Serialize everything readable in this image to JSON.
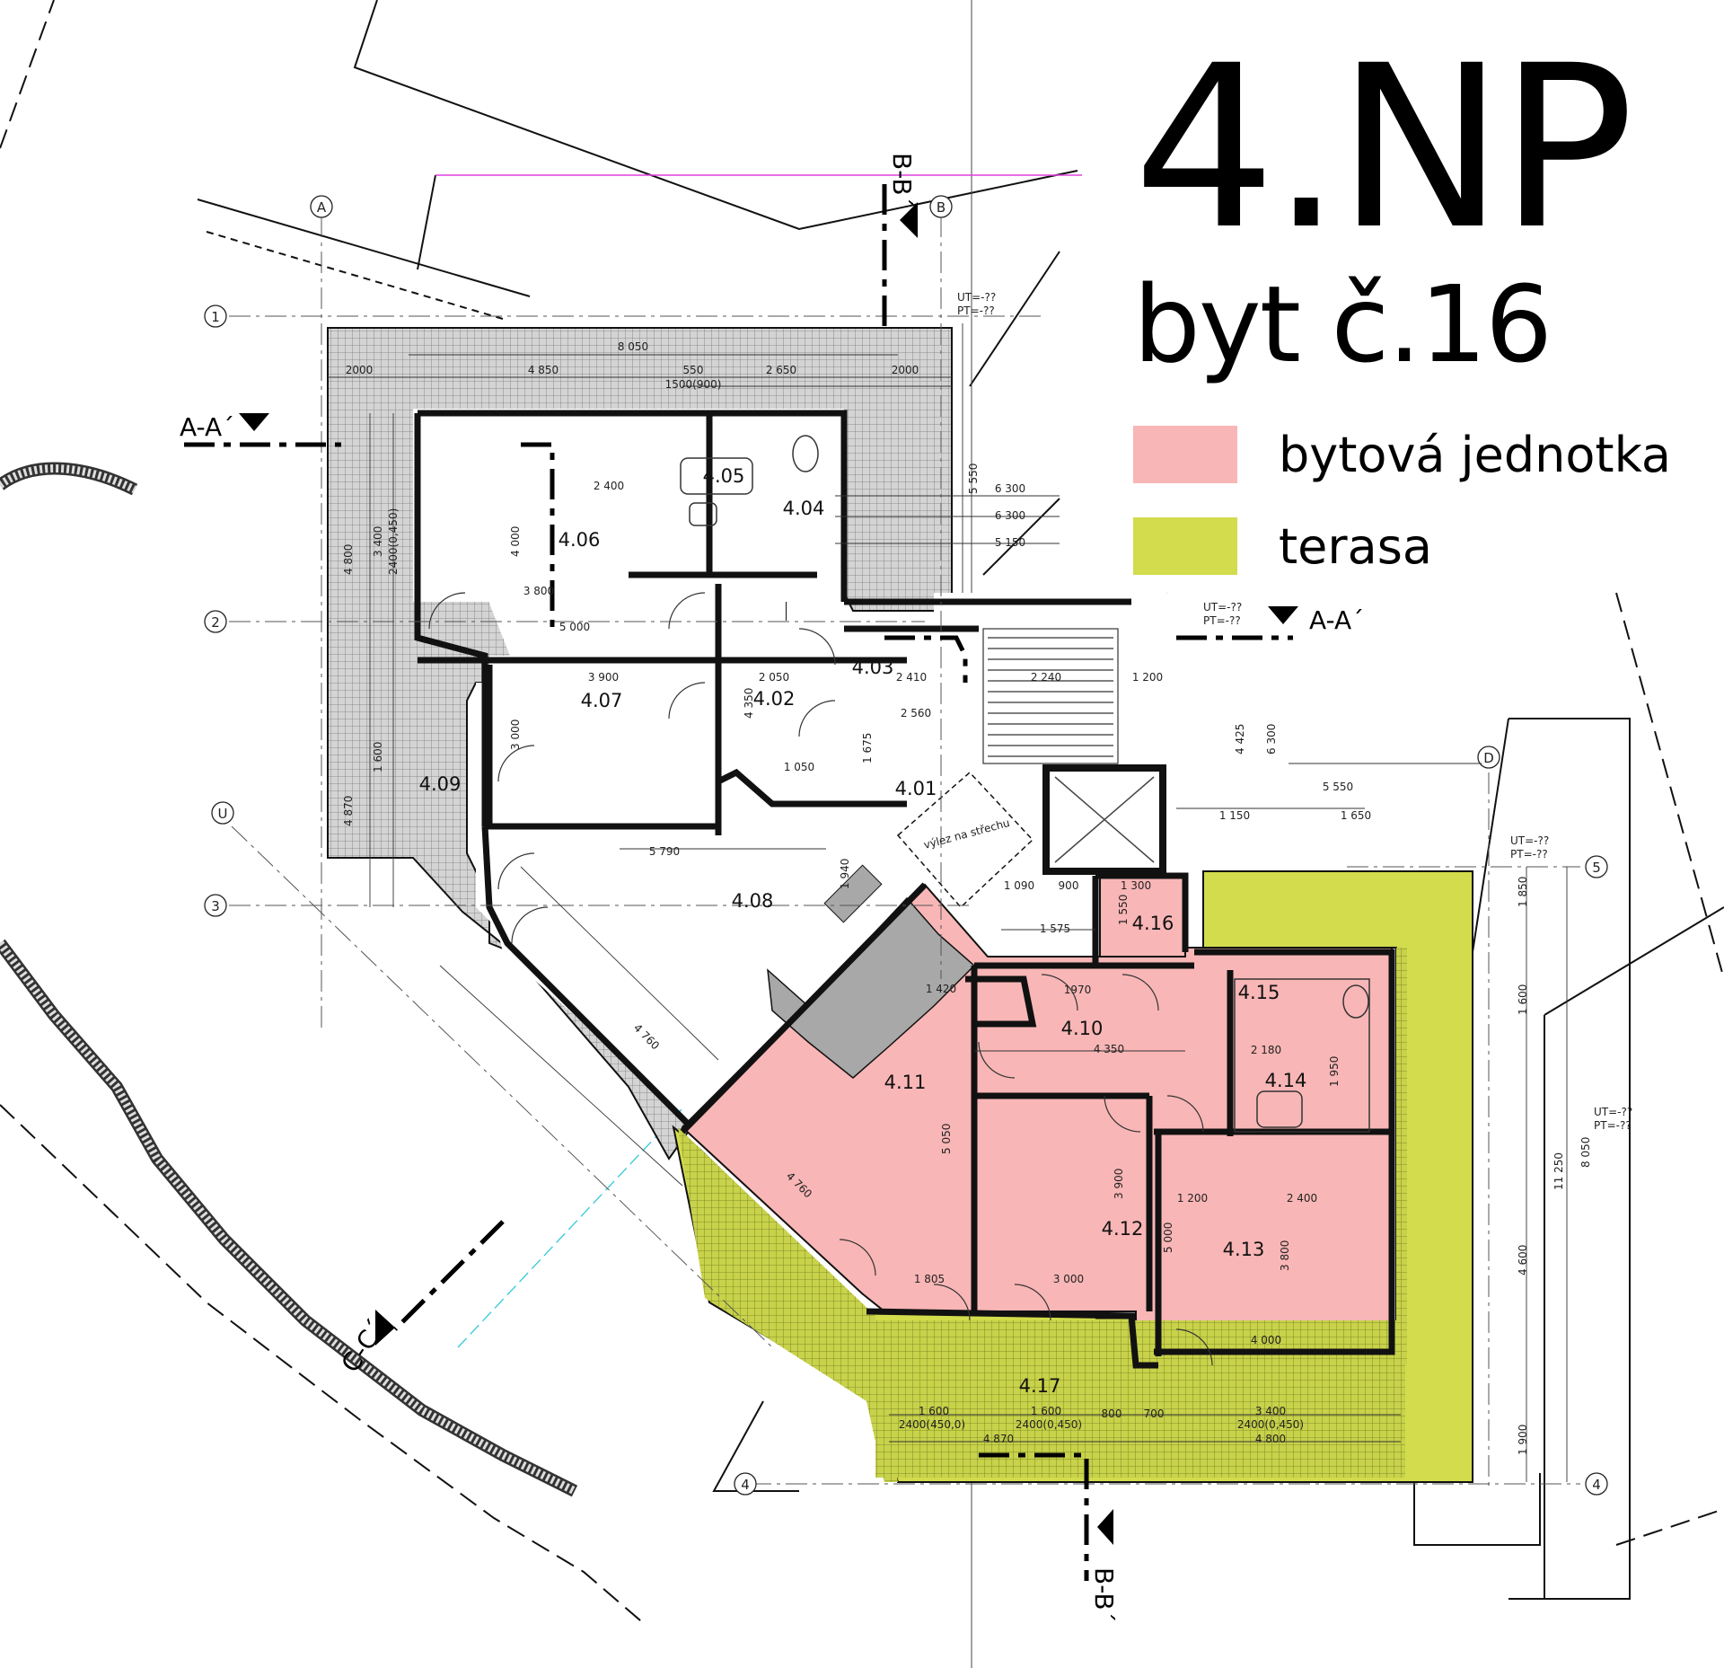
{
  "header": {
    "floor": "4.NP",
    "unit": "byt č.16"
  },
  "legend": {
    "items": [
      {
        "label": "bytová jednotka",
        "color": "#f9b6b6"
      },
      {
        "label": "terasa",
        "color": "#d2dc4c"
      }
    ]
  },
  "colors": {
    "line": "#111111",
    "grid_line": "#555555",
    "paving": "#c9c9c9",
    "kitchen": "#a8a8a8",
    "accent_line": "#e040e0",
    "cyan_line": "#33c8d8"
  },
  "rooms": {
    "r401": "4.01",
    "r402": "4.02",
    "r403": "4.03",
    "r404": "4.04",
    "r405": "4.05",
    "r406": "4.06",
    "r407": "4.07",
    "r408": "4.08",
    "r409": "4.09",
    "r410": "4.10",
    "r411": "4.11",
    "r412": "4.12",
    "r413": "4.13",
    "r414": "4.14",
    "r415": "4.15",
    "r416": "4.16",
    "r417": "4.17"
  },
  "grid_axes": {
    "a1": "1",
    "a2": "2",
    "a3": "3",
    "a4": "4",
    "a5": "5",
    "aA": "A",
    "aB": "B",
    "aD": "D",
    "aU": "U"
  },
  "sections": {
    "aa": "A-A´",
    "bb": "B-B´",
    "cc": "C-C´"
  },
  "notes": {
    "roof_exit": "výlez na střechu",
    "ut": "UT=-??",
    "pt": "PT=-??"
  },
  "dimensions": {
    "d8050": "8 050",
    "d4850": "4 850",
    "d550": "550",
    "d2650": "2 650",
    "d2000a": "2000",
    "d2000b": "2000",
    "d1500": "1500(900)",
    "d5550": "5 550",
    "d6300a": "6 300",
    "d6300b": "6 300",
    "d5150": "5 150",
    "d4800": "4 800",
    "d3400": "3 400",
    "d2400a": "2400(0,450)",
    "d4000": "4 000",
    "d2400": "2 400",
    "d3800": "3 800",
    "d5000": "5 000",
    "d3900": "3 900",
    "d2050": "2 050",
    "d4350": "4 350",
    "d2410": "2 410",
    "d2240": "2 240",
    "d1200": "1 200",
    "d2560": "2 560",
    "d4870": "4 870",
    "d1600": "1 600",
    "d3000": "3 000",
    "d5790": "5 790",
    "d1940": "1 940",
    "d4760": "4 760",
    "d1050": "1 050",
    "d1675": "1 675",
    "d1090": "1 090",
    "d900": "900",
    "d1575": "1 575",
    "d1300": "1 300",
    "d1550": "1 550",
    "d1420": "1 420",
    "d5050": "5 050",
    "d2180": "2 180",
    "d1950": "1 950",
    "d11250": "11 250",
    "d8050b": "8 050",
    "d4600": "4 600",
    "d1850": "1 850",
    "d1900": "1 900",
    "d4425": "4 425",
    "d6300c": "6 300",
    "d1150": "1 150",
    "d1650": "1 650",
    "d5550b": "5 550",
    "d1805": "1 805",
    "d3000b": "3 000",
    "d3800b": "3 800",
    "d4000b": "4 000",
    "d1200b": "1 200",
    "d2400b": "2 400",
    "d1600b": "1 600",
    "d3400b": "3 400",
    "d4800b": "4 800",
    "d4870b": "4 870",
    "d2400c": "2400(450,0)",
    "d2400d": "2400(0,450)",
    "d2400e": "2400(0,450)",
    "d700": "700",
    "d800": "800",
    "d1970": "1970"
  }
}
